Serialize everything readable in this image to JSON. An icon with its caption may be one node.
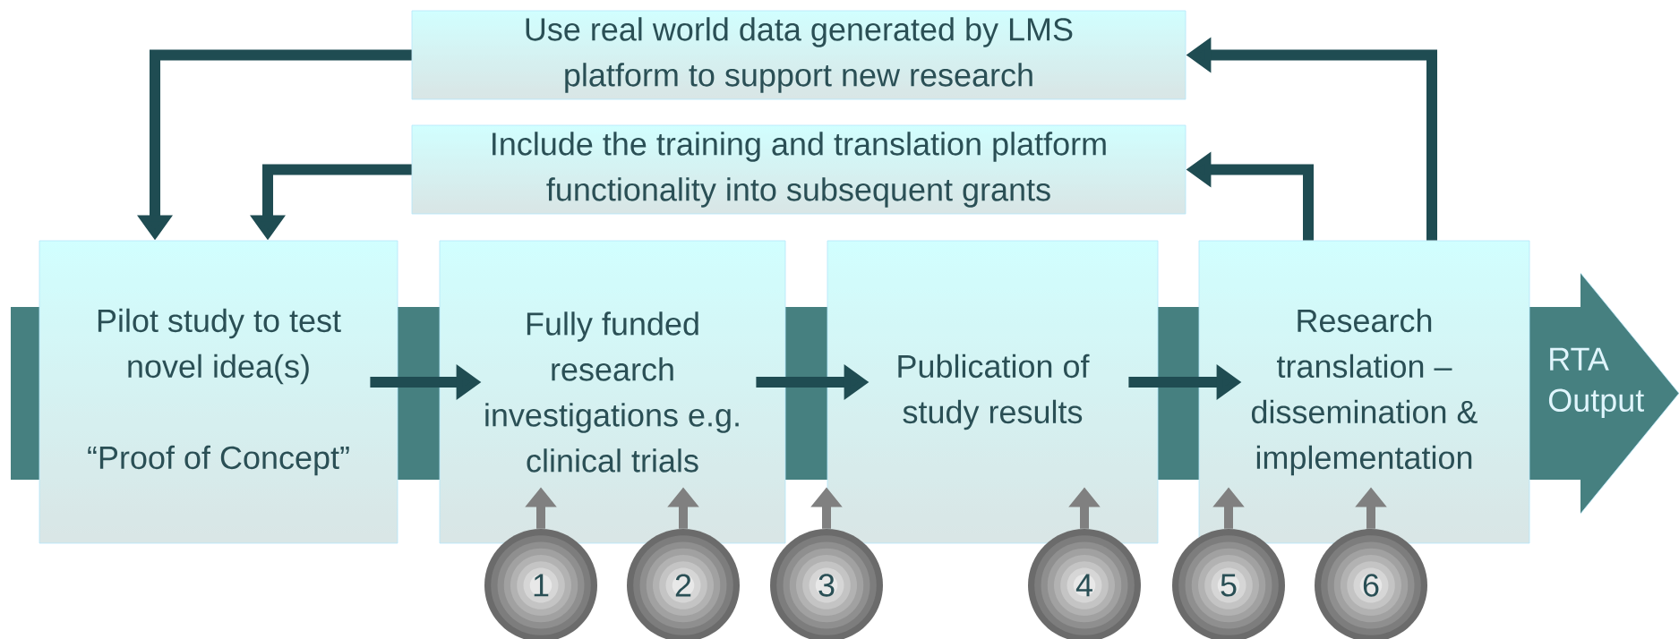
{
  "diagram": {
    "nodes": [
      {
        "text": [
          "Use real world data generated by LMS platform to support new research"
        ]
      },
      {
        "text": [
          "Include the training and translation platform functionality into subsequent grants"
        ]
      },
      {
        "text": [
          "Pilot study to test novel idea(s)",
          "“Proof of Concept”"
        ]
      },
      {
        "text": [
          "Fully funded research investigations e.g. clinical trials"
        ]
      },
      {
        "text": [
          "Publication of study results"
        ]
      },
      {
        "text": [
          "Research translation – dissemination & implementation"
        ]
      },
      {
        "text": [
          "1"
        ]
      },
      {
        "text": [
          "2"
        ]
      },
      {
        "text": [
          "3"
        ]
      },
      {
        "text": [
          "4"
        ]
      },
      {
        "text": [
          "5"
        ]
      },
      {
        "text": [
          "6"
        ]
      }
    ],
    "edges": [
      {
        "from": 2,
        "to": 3,
        "arrow": "to"
      },
      {
        "from": 3,
        "to": 4,
        "arrow": "to"
      },
      {
        "from": 4,
        "to": 5,
        "arrow": "to"
      },
      {
        "from": 5,
        "to": 0,
        "arrow": "to"
      },
      {
        "from": 5,
        "to": 1,
        "arrow": "to"
      },
      {
        "from": 0,
        "to": 2,
        "arrow": "to"
      },
      {
        "from": 1,
        "to": 2,
        "arrow": "to"
      },
      {
        "from": 6,
        "to": 3,
        "arrow": "to",
        "color": "#808080"
      },
      {
        "from": 7,
        "to": 3,
        "arrow": "to",
        "color": "#808080"
      },
      {
        "from": 8,
        "to": 4,
        "arrow": "to",
        "color": "#808080"
      },
      {
        "from": 9,
        "to": 4,
        "arrow": "to",
        "color": "#808080"
      },
      {
        "from": 10,
        "to": 5,
        "arrow": "to",
        "color": "#808080"
      },
      {
        "from": 11,
        "to": 5,
        "arrow": "to",
        "color": "#808080"
      }
    ],
    "labels": [
      "RTA Output"
    ]
  }
}
